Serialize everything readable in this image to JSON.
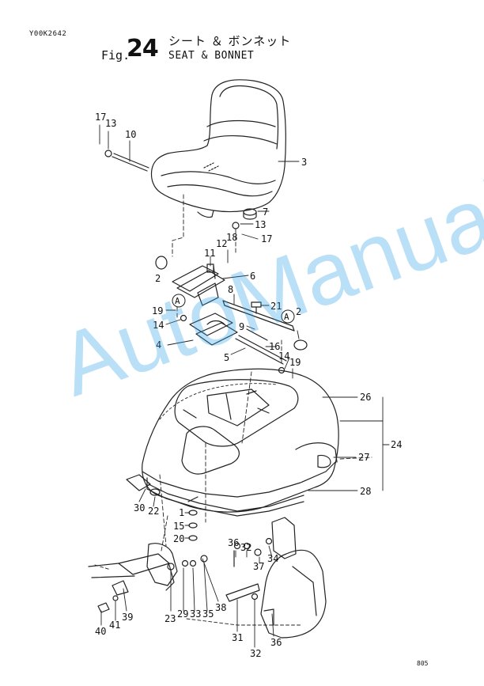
{
  "document_code": "Y00K2642",
  "figure": {
    "word": "Fig.",
    "number": "24"
  },
  "title": {
    "japanese": "シート ＆ ボンネット",
    "english": "SEAT & BONNET"
  },
  "page_number": "805",
  "watermark": "AutoManual",
  "view_marker": "A",
  "callouts": [
    "17",
    "13",
    "10",
    "3",
    "7",
    "13",
    "17",
    "12",
    "18",
    "11",
    "2",
    "6",
    "8",
    "21",
    "19",
    "A",
    "14",
    "9",
    "A",
    "2",
    "4",
    "16",
    "5",
    "14",
    "19",
    "26",
    "24",
    "27",
    "28",
    "30",
    "22",
    "1",
    "15",
    "20",
    "36",
    "32",
    "37",
    "34",
    "23",
    "29",
    "33",
    "35",
    "38",
    "39",
    "40",
    "41",
    "31",
    "32",
    "36"
  ]
}
